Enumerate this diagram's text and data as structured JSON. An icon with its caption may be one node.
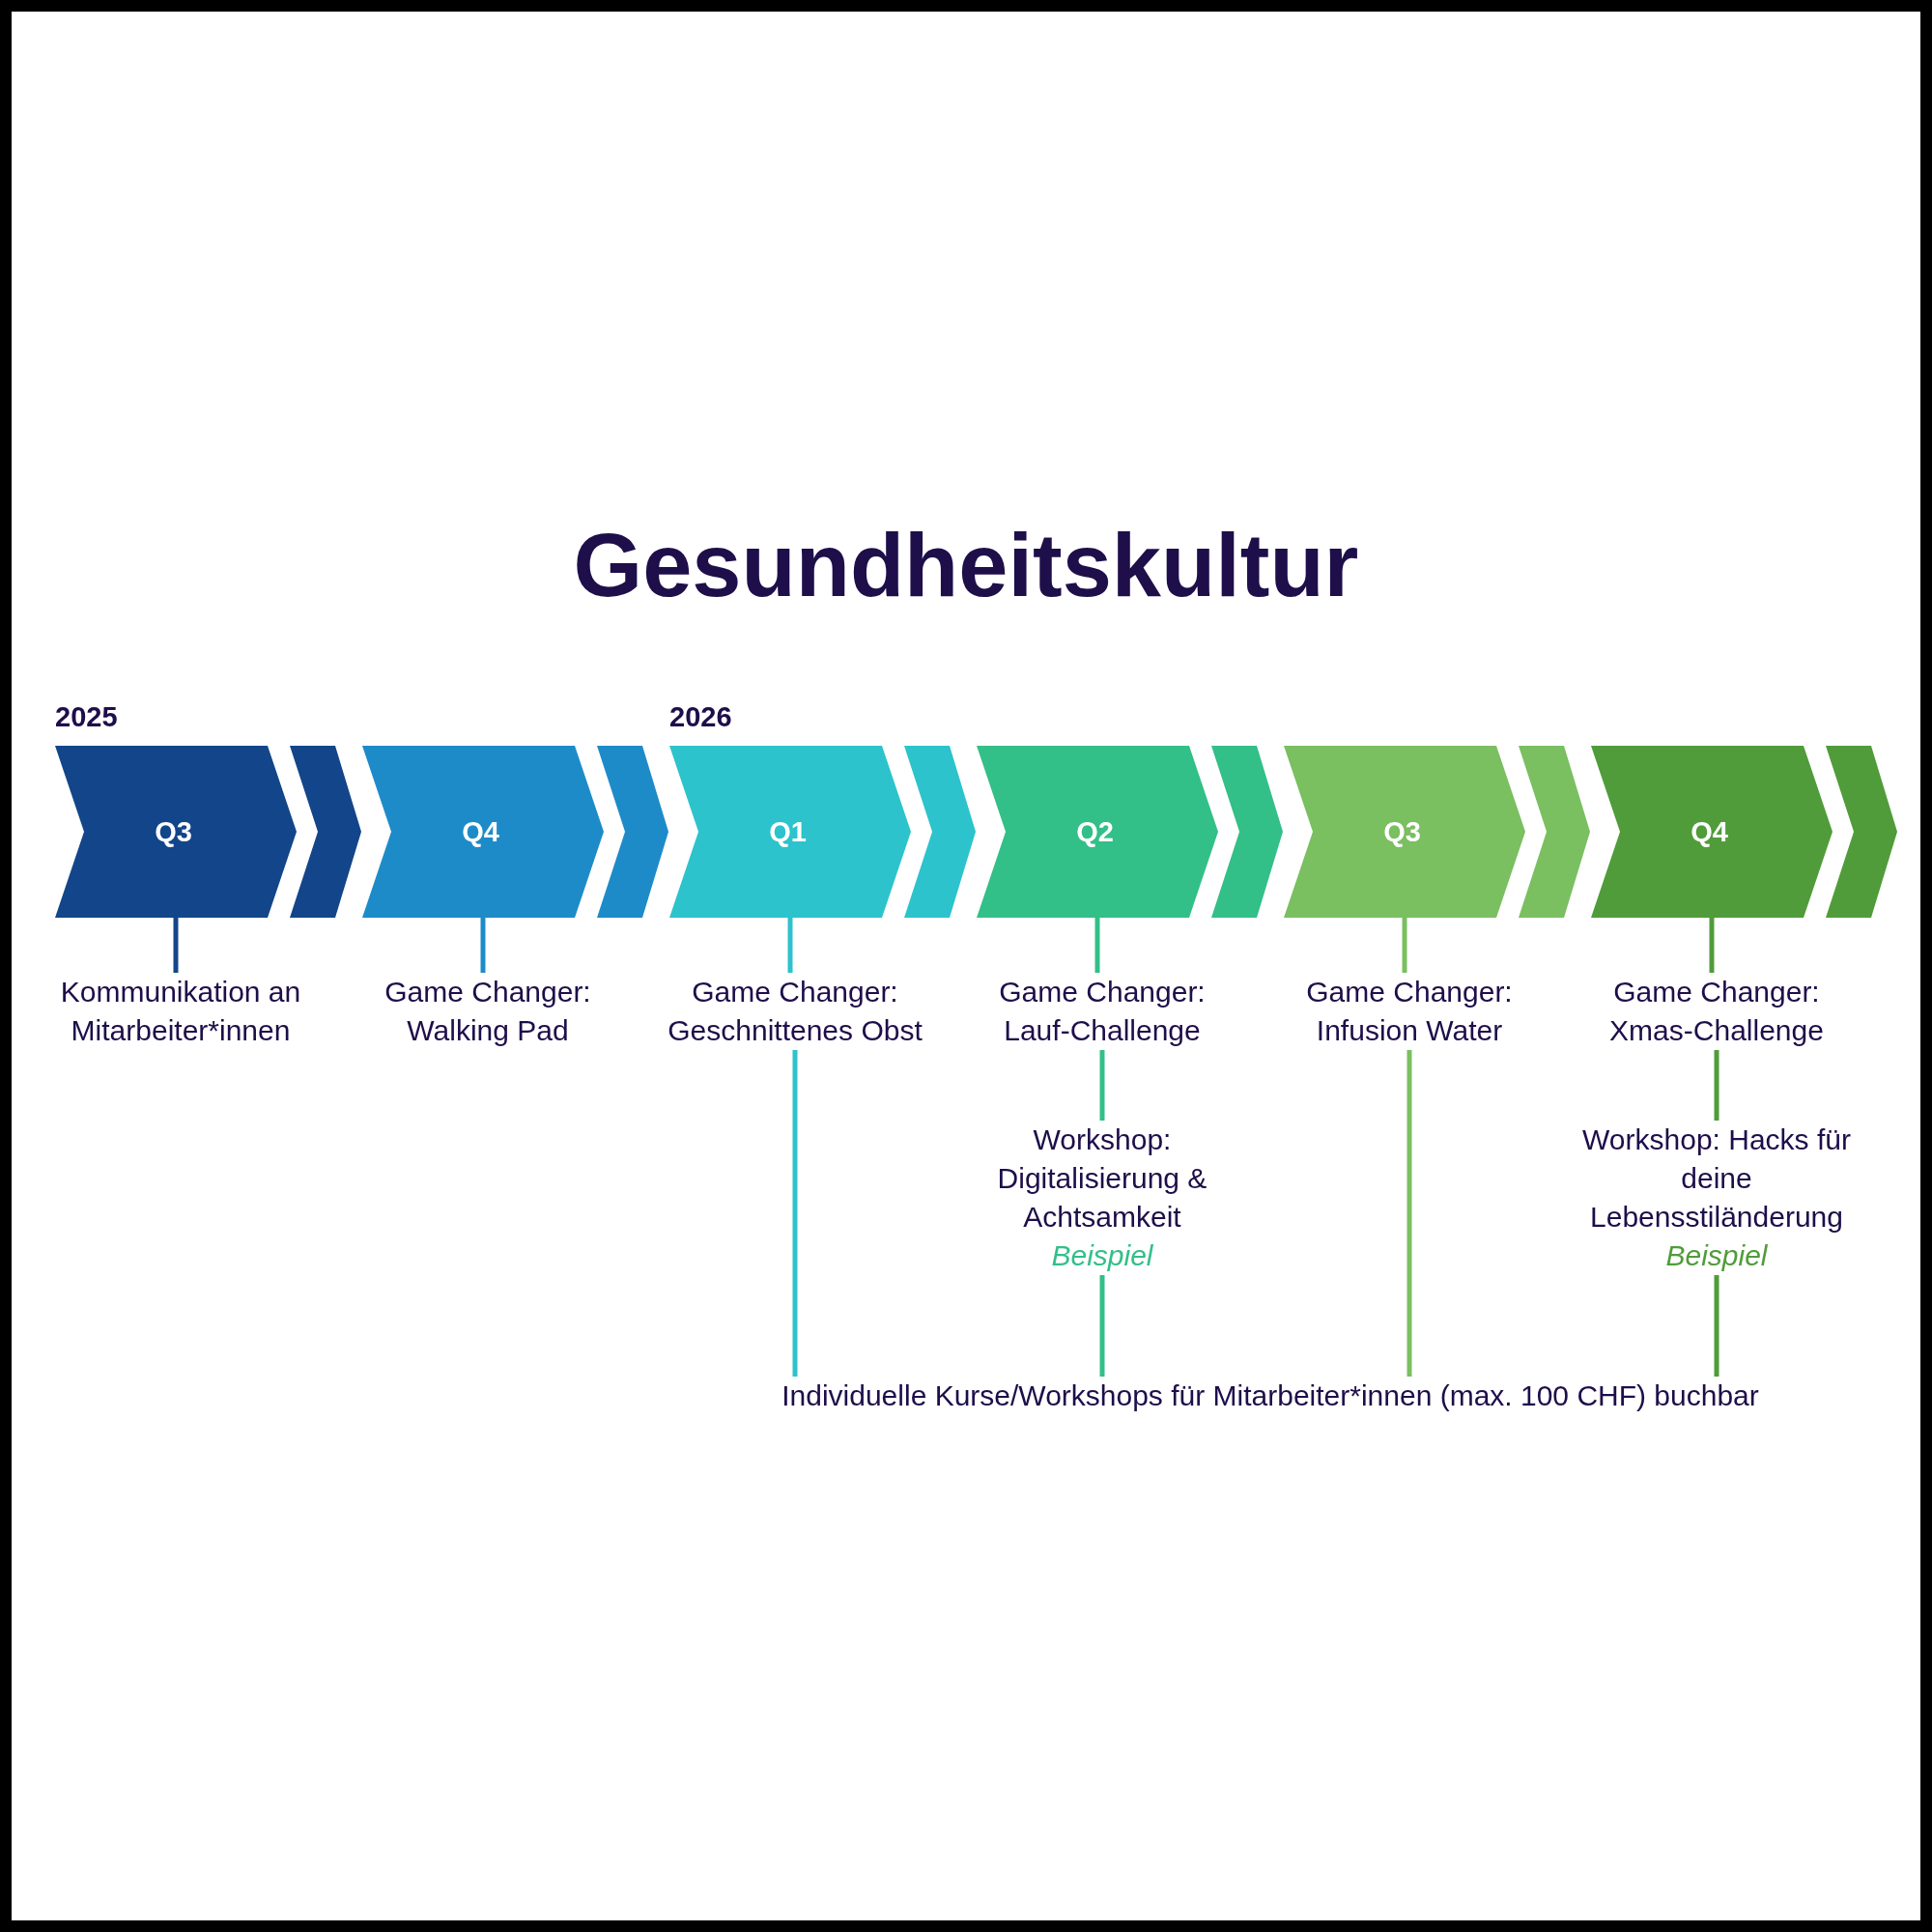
{
  "diagram": {
    "title": "Gesundheitskultur",
    "nodes": [
      {
        "text": [
          "Q3"
        ],
        "beside": [
          "2025"
        ]
      },
      {
        "text": [
          "Q4"
        ]
      },
      {
        "text": [
          "Q1"
        ],
        "beside": [
          "2026"
        ]
      },
      {
        "text": [
          "Q2"
        ]
      },
      {
        "text": [
          "Q3"
        ]
      },
      {
        "text": [
          "Q4"
        ]
      },
      {
        "text": [
          "Kommunikation an Mitarbeiter*innen"
        ]
      },
      {
        "text": [
          "Game Changer: Walking Pad"
        ]
      },
      {
        "text": [
          "Game Changer: Geschnittenes Obst"
        ]
      },
      {
        "text": [
          "Game Changer: Lauf-Challenge"
        ]
      },
      {
        "text": [
          "Game Changer: Infusion Water"
        ]
      },
      {
        "text": [
          "Game Changer: Xmas-Challenge"
        ]
      },
      {
        "text": [
          "Workshop: Digitalisierung & Achtsamkeit",
          "Beispiel"
        ]
      },
      {
        "text": [
          "Workshop: Hacks für deine Lebensstiländerung",
          "Beispiel"
        ]
      },
      {
        "text": [
          "Individuelle Kurse/Workshops für Mitarbeiter*innen (max. 100 CHF) buchbar"
        ]
      }
    ],
    "edges": [
      {
        "from": 0,
        "to": 1,
        "arrow": "to",
        "color": "#13458a"
      },
      {
        "from": 1,
        "to": 2,
        "arrow": "to",
        "color": "#1e8bc9"
      },
      {
        "from": 2,
        "to": 3,
        "arrow": "to",
        "color": "#2cc3cc"
      },
      {
        "from": 3,
        "to": 4,
        "arrow": "to",
        "color": "#33bf88"
      },
      {
        "from": 4,
        "to": 5,
        "arrow": "to",
        "color": "#7abf60"
      },
      {
        "from": 5,
        "to": null,
        "arrow": "to",
        "color": "#509c3a"
      },
      {
        "from": 0,
        "to": 6,
        "arrow": "none",
        "color": "#13458a"
      },
      {
        "from": 1,
        "to": 7,
        "arrow": "none",
        "color": "#1e8bc9"
      },
      {
        "from": 2,
        "to": 8,
        "arrow": "none",
        "color": "#2cc3cc"
      },
      {
        "from": 3,
        "to": 9,
        "arrow": "none",
        "color": "#33bf88"
      },
      {
        "from": 4,
        "to": 10,
        "arrow": "none",
        "color": "#7abf60"
      },
      {
        "from": 5,
        "to": 11,
        "arrow": "none",
        "color": "#509c3a"
      },
      {
        "from": 9,
        "to": 12,
        "arrow": "none",
        "color": "#33bf88"
      },
      {
        "from": 11,
        "to": 13,
        "arrow": "none",
        "color": "#509c3a"
      },
      {
        "from": 8,
        "to": 14,
        "arrow": "none",
        "color": "#2cc3cc"
      },
      {
        "from": 12,
        "to": 14,
        "arrow": "none",
        "color": "#33bf88"
      },
      {
        "from": 10,
        "to": 14,
        "arrow": "none",
        "color": "#7abf60"
      },
      {
        "from": 13,
        "to": 14,
        "arrow": "none",
        "color": "#509c3a"
      }
    ]
  }
}
